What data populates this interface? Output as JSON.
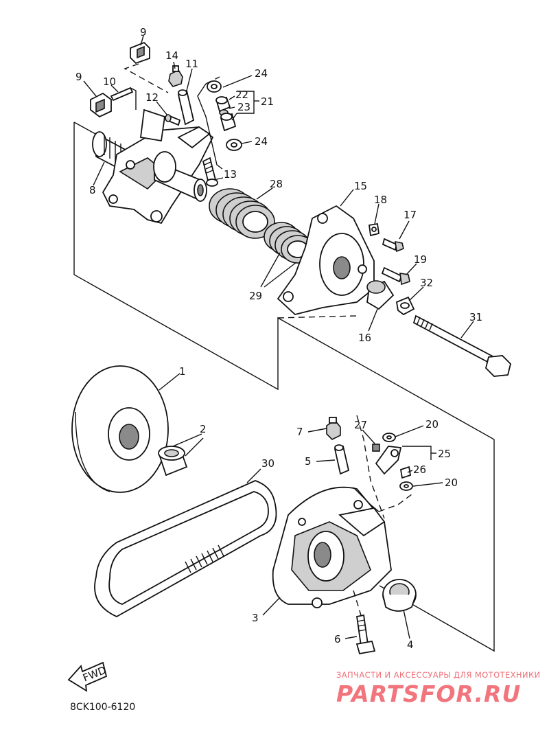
{
  "callouts": [
    "1",
    "2",
    "3",
    "4",
    "5",
    "6",
    "7",
    "8",
    "9",
    "10",
    "11",
    "12",
    "13",
    "14",
    "15",
    "16",
    "17",
    "18",
    "19",
    "20",
    "21",
    "22",
    "23",
    "24",
    "25",
    "26",
    "27",
    "28",
    "29",
    "30",
    "31",
    "32"
  ],
  "labels": {
    "l9a": "9",
    "l9b": "9",
    "l10": "10",
    "l11": "11",
    "l12": "12",
    "l13": "13",
    "l14": "14",
    "l8": "8",
    "l24a": "24",
    "l24b": "24",
    "l22": "22",
    "l23": "23",
    "l21": "21",
    "l28": "28",
    "l15": "15",
    "l18": "18",
    "l17": "17",
    "l19": "19",
    "l32": "32",
    "l29": "29",
    "l16": "16",
    "l31": "31",
    "l1": "1",
    "l2": "2",
    "l30": "30",
    "l7": "7",
    "l27": "27",
    "l20a": "20",
    "l25": "25",
    "l5": "5",
    "l26": "26",
    "l20b": "20",
    "l3": "3",
    "l6": "6",
    "l4": "4"
  },
  "fwd_label": "FWD",
  "diagram_code": "8CK100-6120",
  "watermark": {
    "tagline": "ЗАПЧАСТИ И АКСЕССУАРЫ ДЛЯ МОТОТЕХНИКИ",
    "brand": "PARTSFOR.RU"
  }
}
